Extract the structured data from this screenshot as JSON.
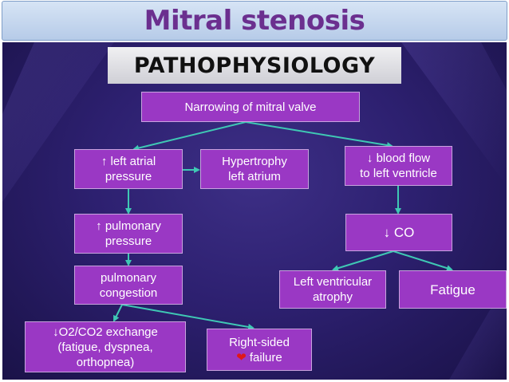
{
  "title": "Mitral stenosis",
  "heading": "PATHOPHYSIOLOGY",
  "nodes": {
    "narrowing": {
      "line1": "Narrowing of mitral valve"
    },
    "left_atrial": {
      "arrow": "↑",
      "line1": "left atrial",
      "line2": "pressure"
    },
    "hypertrophy": {
      "line1": "Hypertrophy",
      "line2": "left atrium"
    },
    "blood_flow": {
      "arrow": "↓",
      "line1": "blood flow",
      "line2": "to left ventricle"
    },
    "pulmonary_pressure": {
      "arrow": "↑",
      "line1": "pulmonary",
      "line2": "pressure"
    },
    "co": {
      "arrow": "↓",
      "line1": "CO"
    },
    "congestion": {
      "line1": "pulmonary",
      "line2": "congestion"
    },
    "lv_atrophy": {
      "line1": "Left ventricular",
      "line2": "atrophy"
    },
    "fatigue": {
      "line1": "Fatigue"
    },
    "exchange": {
      "arrow": "↓",
      "line1": "O2/CO2 exchange",
      "line2": "(fatigue, dyspnea,",
      "line3": "orthopnea)"
    },
    "right_failure": {
      "line1": "Right-sided",
      "line2": "failure",
      "icon": "heart-icon"
    }
  },
  "colors": {
    "node_fill": "#9a38c4",
    "edge": "#3fc8b4",
    "title_text": "#6b2f8f",
    "background": "#2d2070"
  }
}
